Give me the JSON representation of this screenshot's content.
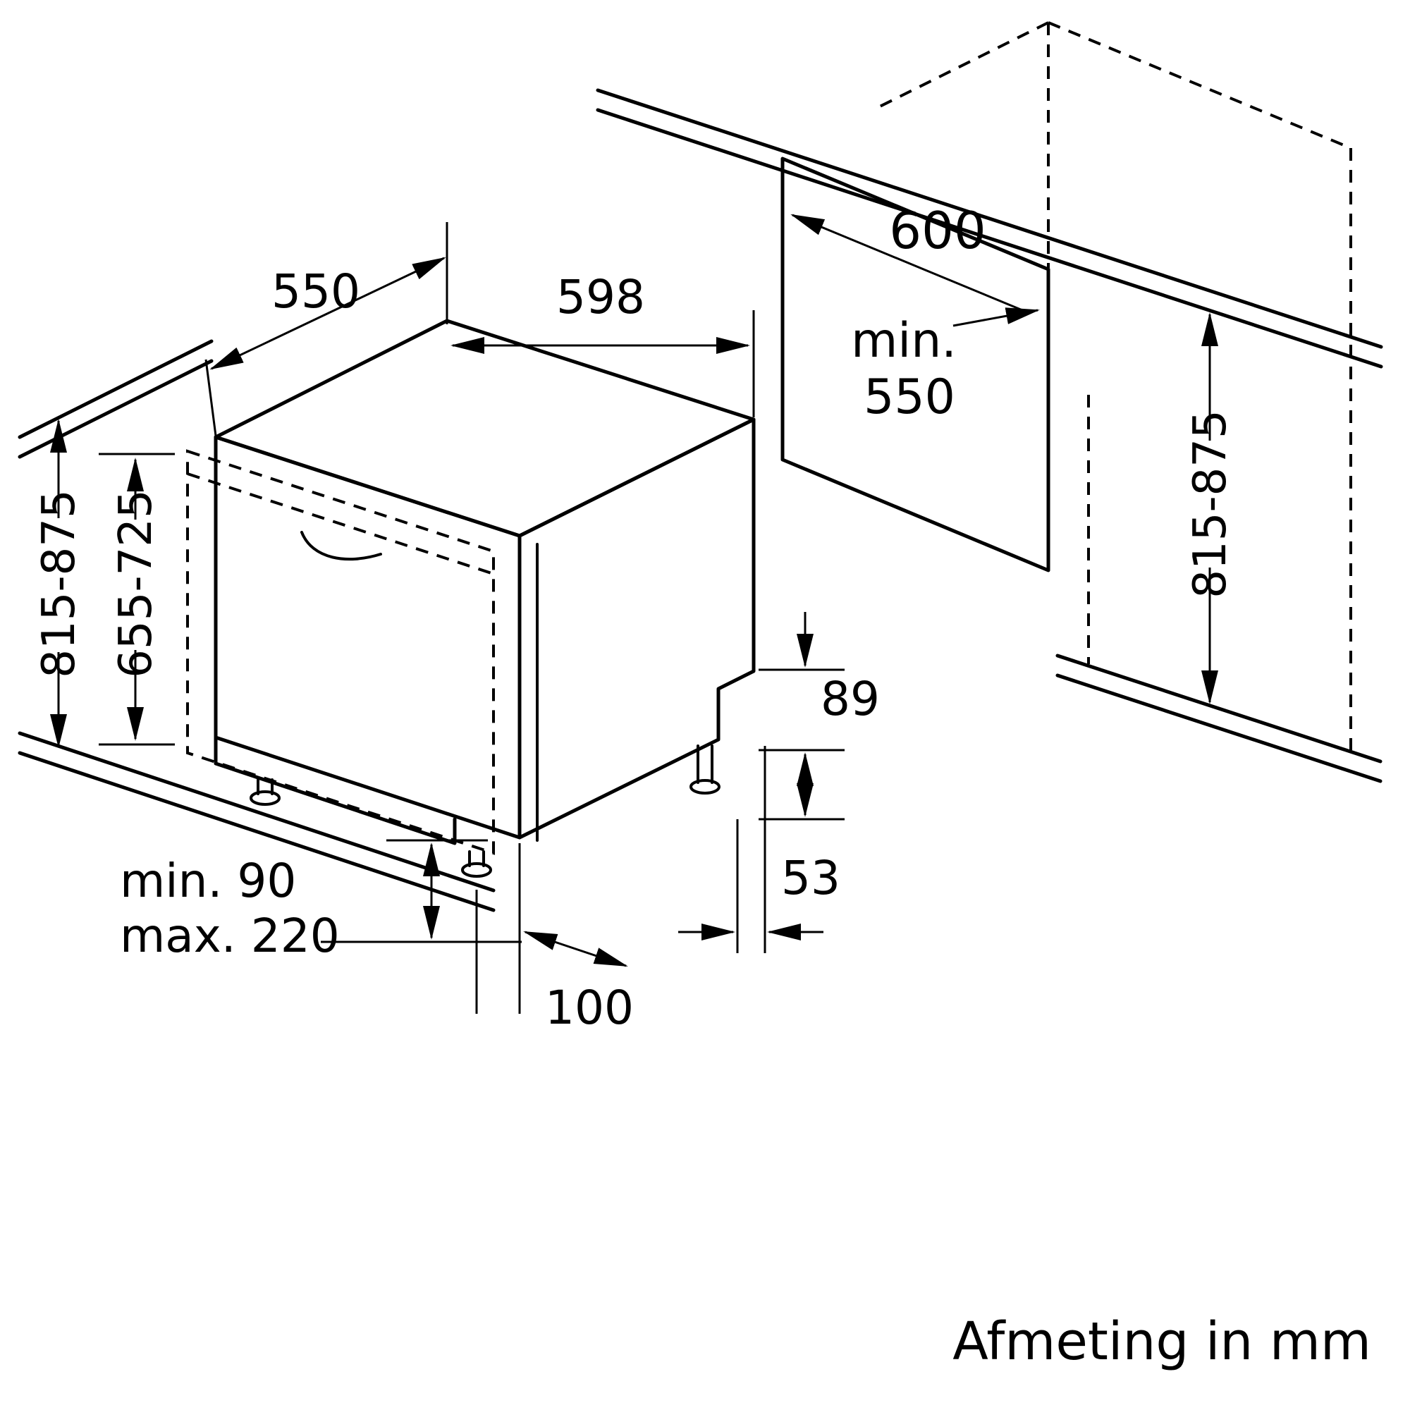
{
  "colors": {
    "line": "#000000",
    "background": "#ffffff"
  },
  "caption": "Afmeting in mm",
  "dishwasher": {
    "depth_top": "550",
    "width": "598",
    "height_range": "815-875",
    "furniture_panel_height": "655-725",
    "plinth_min": "min. 90",
    "plinth_max": "max. 220",
    "front_foot_offset": "100",
    "rear_foot_offset": "53",
    "rear_recess_height": "89"
  },
  "niche": {
    "depth": "600",
    "min_label": "min.",
    "min_width": "550",
    "height_range": "815-875"
  }
}
